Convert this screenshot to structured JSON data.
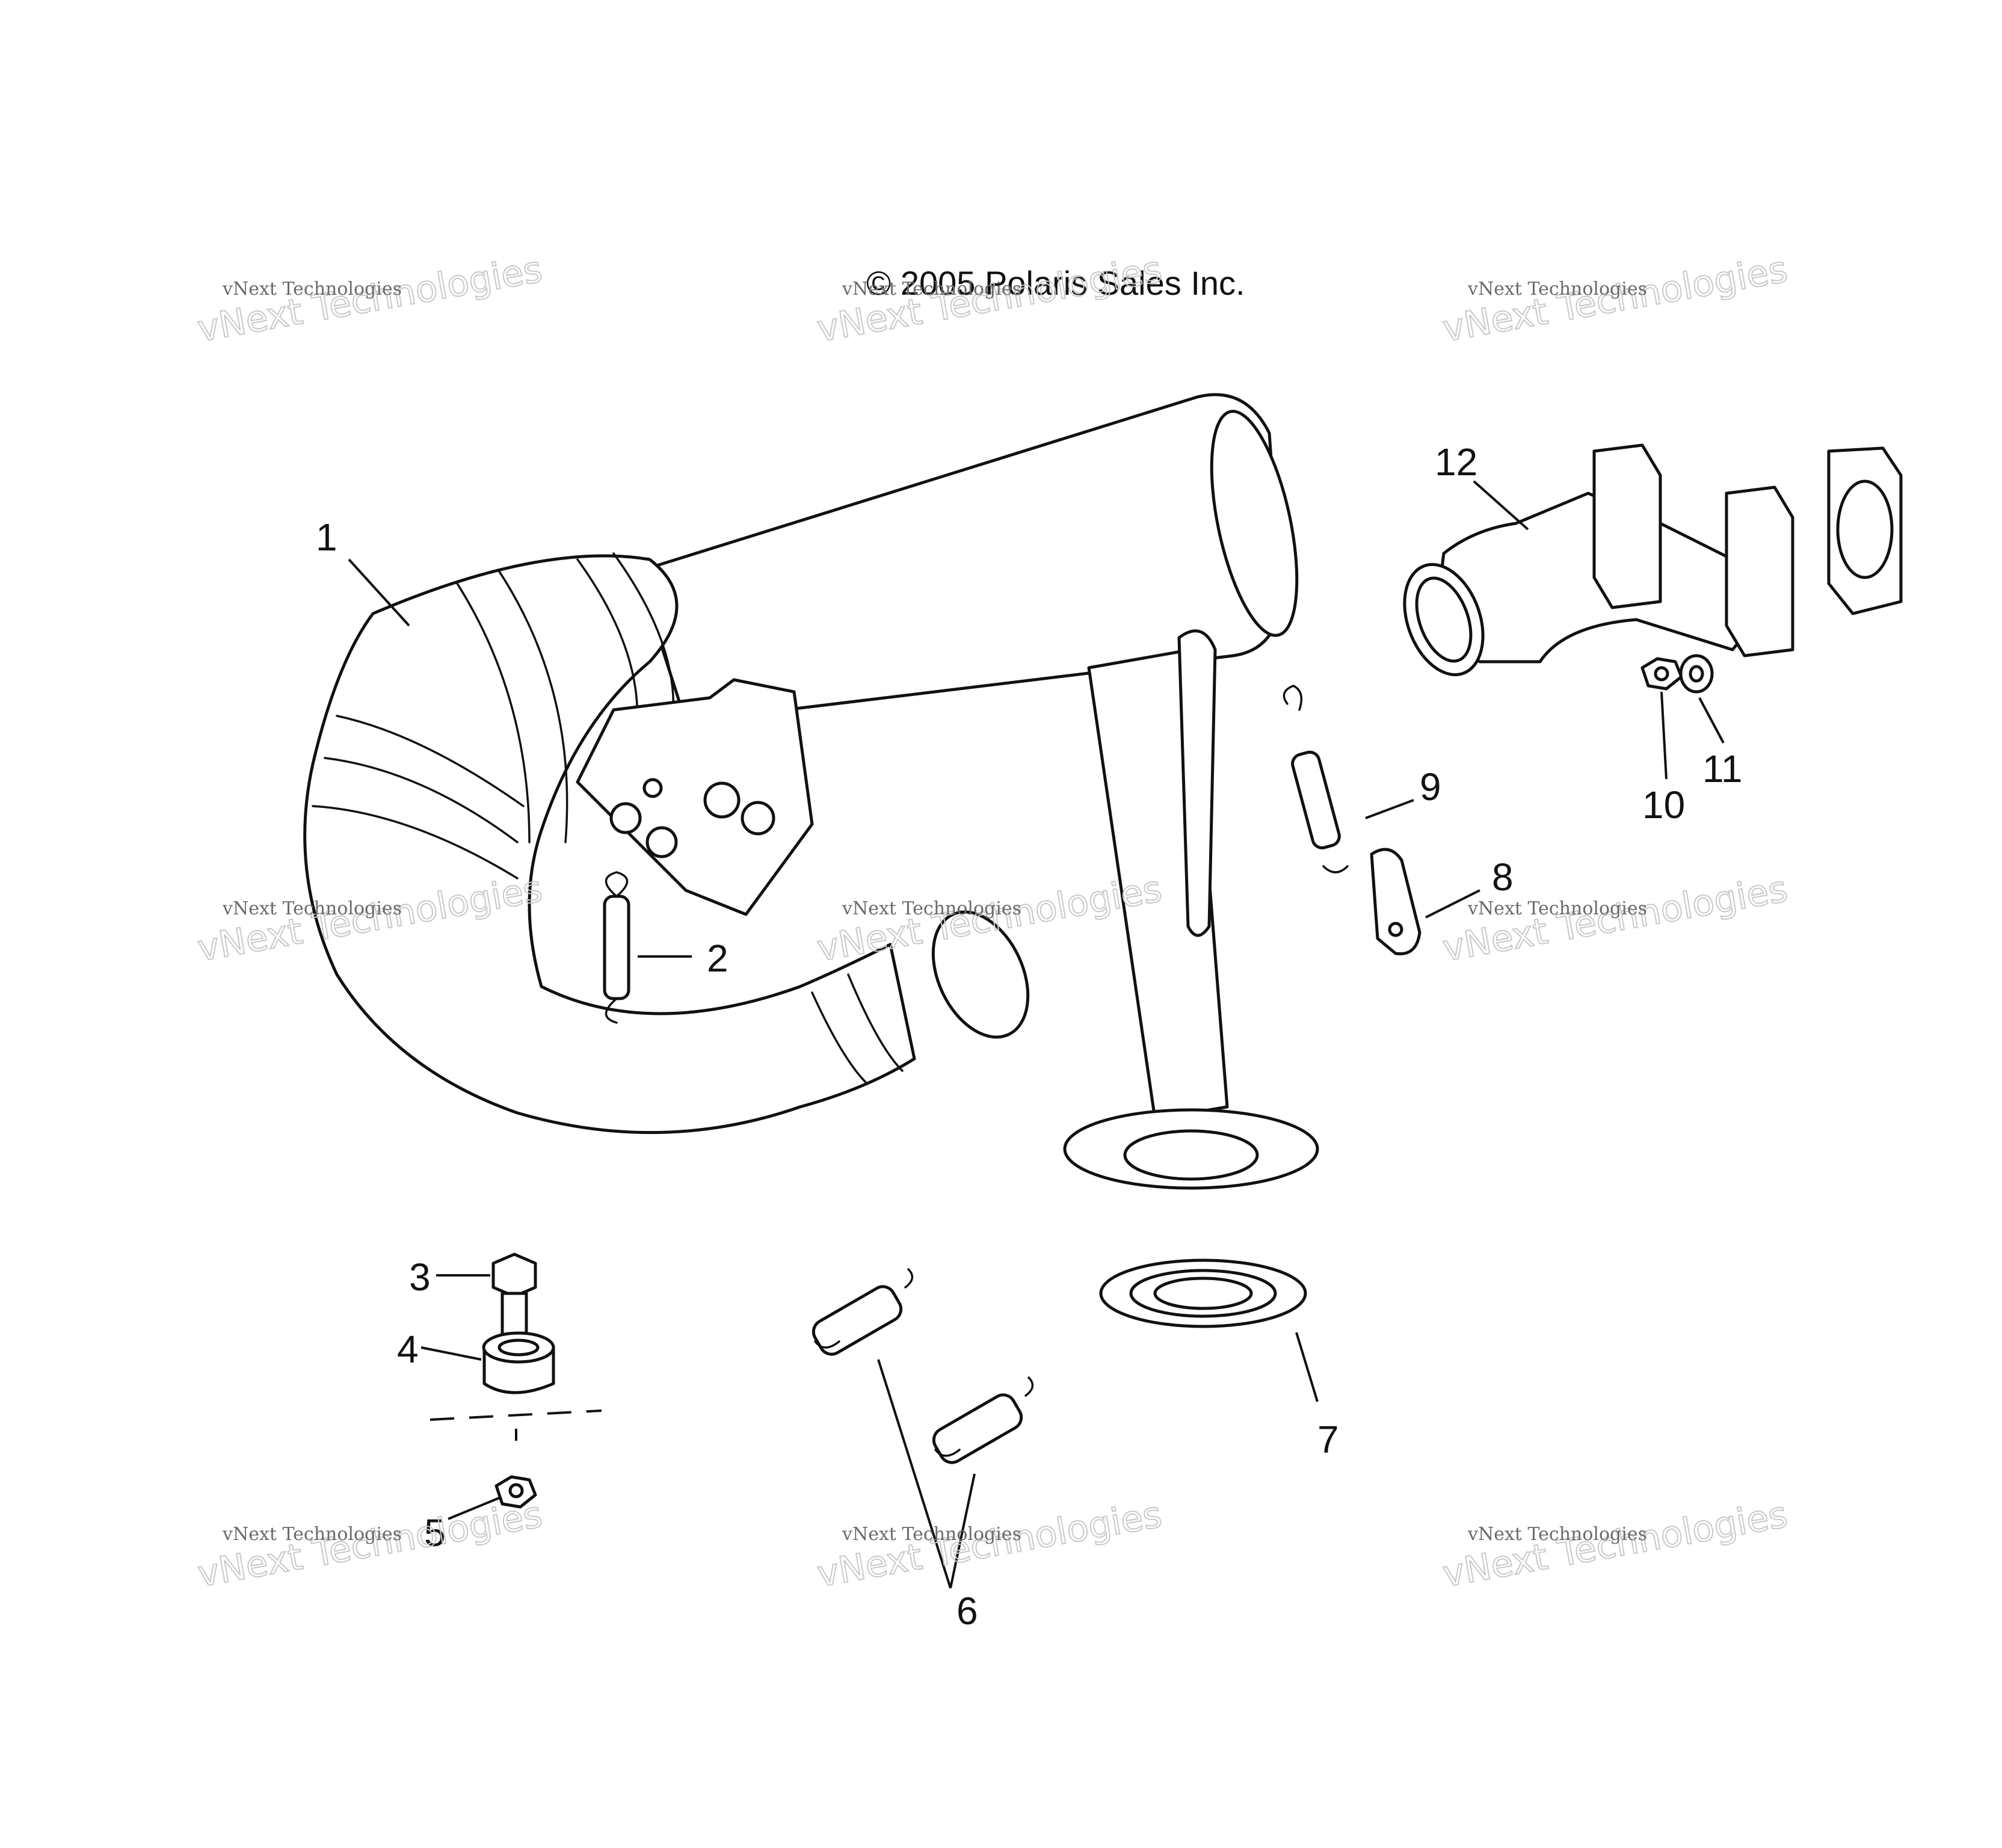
{
  "copyright": "© 2005 Polaris Sales Inc.",
  "watermark": {
    "line1": "vNext Technologies",
    "line2": "vNext Technologies"
  },
  "callouts": [
    {
      "id": "1",
      "label": "1",
      "part": "muffler-assembly"
    },
    {
      "id": "2",
      "label": "2",
      "part": "spring"
    },
    {
      "id": "3",
      "label": "3",
      "part": "bolt"
    },
    {
      "id": "4",
      "label": "4",
      "part": "grommet"
    },
    {
      "id": "5",
      "label": "5",
      "part": "nut"
    },
    {
      "id": "6",
      "label": "6",
      "part": "springs"
    },
    {
      "id": "7",
      "label": "7",
      "part": "outlet-grommet"
    },
    {
      "id": "8",
      "label": "8",
      "part": "bracket"
    },
    {
      "id": "9",
      "label": "9",
      "part": "spring"
    },
    {
      "id": "10",
      "label": "10",
      "part": "nut"
    },
    {
      "id": "11",
      "label": "11",
      "part": "washer"
    },
    {
      "id": "12",
      "label": "12",
      "part": "exhaust-manifold"
    }
  ],
  "colors": {
    "line": "#111111",
    "background": "#ffffff",
    "watermark": "#6a6a6a"
  }
}
